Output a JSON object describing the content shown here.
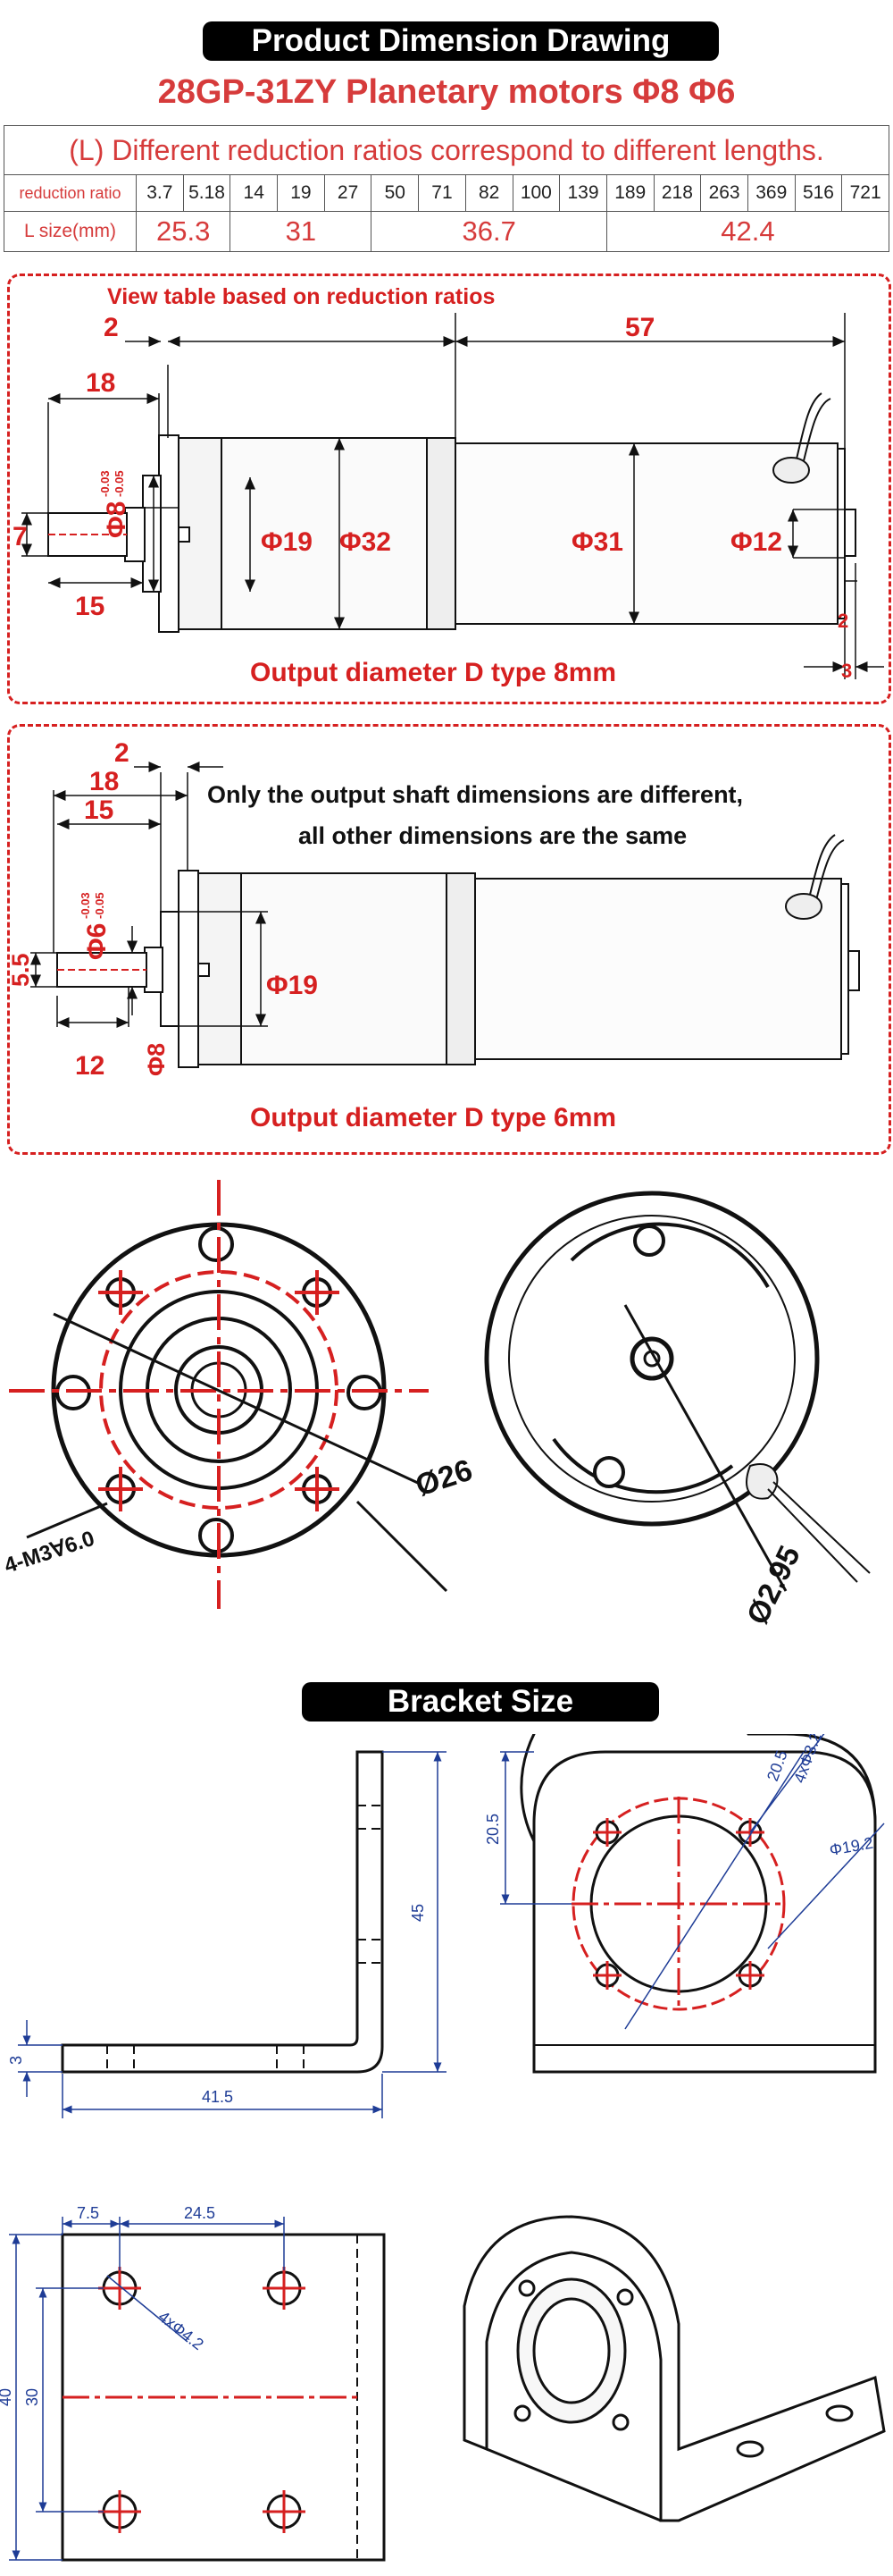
{
  "header": {
    "title": "Product Dimension Drawing",
    "subtitle": "28GP-31ZY Planetary motors Φ8 Φ6"
  },
  "ratio_table": {
    "note": "(L) Different reduction ratios correspond to different lengths.",
    "ratio_label": "reduction ratio",
    "ratios": [
      "3.7",
      "5.18",
      "14",
      "19",
      "27",
      "50",
      "71",
      "82",
      "100",
      "139",
      "189",
      "218",
      "263",
      "369",
      "516",
      "721"
    ],
    "lsize_label": "L size(mm)",
    "lsize_groups": [
      {
        "value": "25.3",
        "span": 2
      },
      {
        "value": "31",
        "span": 3
      },
      {
        "value": "36.7",
        "span": 5
      },
      {
        "value": "42.4",
        "span": 6
      }
    ]
  },
  "drawing_d8": {
    "note": "View table based on reduction ratios",
    "caption": "Output diameter D type 8mm",
    "dims": {
      "d2": "2",
      "d57": "57",
      "d18": "18",
      "d7": "7",
      "d15": "15",
      "phi8": "Φ8",
      "phi8_tol_upper": "-0.03",
      "phi8_tol_lower": "-0.05",
      "phi19": "Φ19",
      "phi32": "Φ32",
      "phi31": "Φ31",
      "phi12": "Φ12",
      "r2": "2",
      "r3": "3"
    }
  },
  "drawing_d6": {
    "note_line1": "Only the output shaft dimensions are different,",
    "note_line2": "all other dimensions are the same",
    "caption": "Output diameter D type 6mm",
    "dims": {
      "d2": "2",
      "d18": "18",
      "d15": "15",
      "d5_5": "5.5",
      "d12": "12",
      "phi6": "Φ6",
      "phi6_tol_upper": "-0.03",
      "phi6_tol_lower": "-0.05",
      "phi8": "Φ8",
      "phi19": "Φ19"
    }
  },
  "end_views": {
    "front_pcd": "Ø26",
    "front_holes": "4-M3∀6.0",
    "rear_pcd": "Ø2.95"
  },
  "bracket": {
    "title": "Bracket Size",
    "side": {
      "height": "45",
      "length": "41.5",
      "thickness": "3"
    },
    "front": {
      "hole_offset": "20.5",
      "top_offset": "20.5",
      "holes": "4xΦ3.2",
      "bore": "Φ19.2"
    },
    "base": {
      "x_offset": "7.5",
      "x_spacing": "24.5",
      "height": "40",
      "y_spacing": "30",
      "holes": "4xΦ4.2"
    }
  },
  "colors": {
    "red": "#d63b3b",
    "dim_blue": "#1e3c96"
  }
}
